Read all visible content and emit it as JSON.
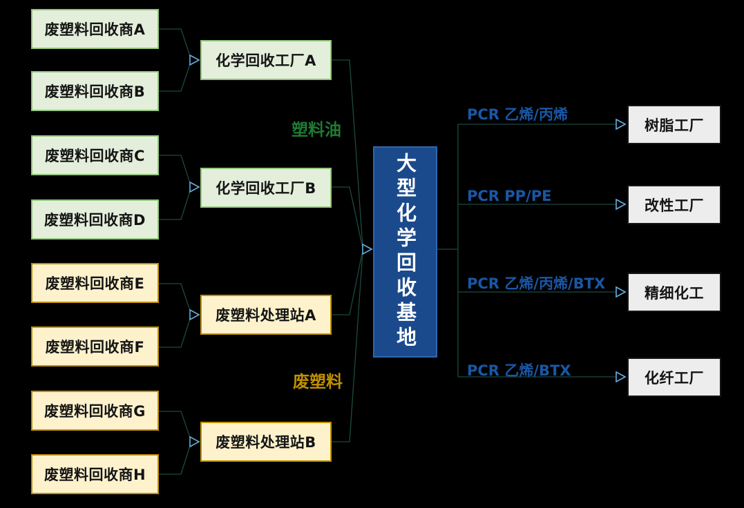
{
  "diagram": {
    "title_hint": "chemical-recycling-supply-chain-flowchart",
    "suppliers": [
      {
        "label": "废塑料回收商A",
        "type": "green"
      },
      {
        "label": "废塑料回收商B",
        "type": "green"
      },
      {
        "label": "废塑料回收商C",
        "type": "green"
      },
      {
        "label": "废塑料回收商D",
        "type": "green"
      },
      {
        "label": "废塑料回收商E",
        "type": "yellow"
      },
      {
        "label": "废塑料回收商F",
        "type": "yellow"
      },
      {
        "label": "废塑料回收商G",
        "type": "yellow"
      },
      {
        "label": "废塑料回收商H",
        "type": "yellow"
      }
    ],
    "processors": [
      {
        "label": "化学回收工厂A",
        "type": "green"
      },
      {
        "label": "化学回收工厂B",
        "type": "green"
      },
      {
        "label": "废塑料处理站A",
        "type": "yellow"
      },
      {
        "label": "废塑料处理站B",
        "type": "yellow"
      }
    ],
    "flow_labels": {
      "plastic_oil": "塑料油",
      "waste_plastic": "废塑料"
    },
    "hub": {
      "label": "大型化学回收基地"
    },
    "outputs": [
      {
        "label": "PCR 乙烯/丙烯",
        "target": "树脂工厂"
      },
      {
        "label": "PCR PP/PE",
        "target": "改性工厂"
      },
      {
        "label": "PCR 乙烯/丙烯/BTX",
        "target": "精细化工"
      },
      {
        "label": "PCR 乙烯/BTX",
        "target": "化纤工厂"
      }
    ],
    "edges": [
      {
        "from": "废塑料回收商A",
        "to": "化学回收工厂A"
      },
      {
        "from": "废塑料回收商B",
        "to": "化学回收工厂A"
      },
      {
        "from": "废塑料回收商C",
        "to": "化学回收工厂B"
      },
      {
        "from": "废塑料回收商D",
        "to": "化学回收工厂B"
      },
      {
        "from": "废塑料回收商E",
        "to": "废塑料处理站A"
      },
      {
        "from": "废塑料回收商F",
        "to": "废塑料处理站A"
      },
      {
        "from": "废塑料回收商G",
        "to": "废塑料处理站B"
      },
      {
        "from": "废塑料回收商H",
        "to": "废塑料处理站B"
      },
      {
        "from": "化学回收工厂A",
        "to": "大型化学回收基地"
      },
      {
        "from": "化学回收工厂B",
        "to": "大型化学回收基地"
      },
      {
        "from": "废塑料处理站A",
        "to": "大型化学回收基地"
      },
      {
        "from": "废塑料处理站B",
        "to": "大型化学回收基地"
      },
      {
        "from": "大型化学回收基地",
        "to": "树脂工厂",
        "via": "PCR 乙烯/丙烯"
      },
      {
        "from": "大型化学回收基地",
        "to": "改性工厂",
        "via": "PCR PP/PE"
      },
      {
        "from": "大型化学回收基地",
        "to": "精细化工",
        "via": "PCR 乙烯/丙烯/BTX"
      },
      {
        "from": "大型化学回收基地",
        "to": "化纤工厂",
        "via": "PCR 乙烯/BTX"
      }
    ],
    "colors": {
      "background": "#000000",
      "green_fill": "#E3EFDB",
      "green_border": "#93C47D",
      "yellow_fill": "#FDF2CC",
      "yellow_border": "#BF9000",
      "hub_fill": "#1B4A8C",
      "hub_border": "#2D67B1",
      "hub_text": "#FFFFFF",
      "dest_fill": "#EDEDED",
      "dest_border": "#161616",
      "pcr_label_text": "#1A57A5",
      "plastic_oil_text": "#1F7A33",
      "waste_plastic_text": "#BF9000",
      "arrowhead": "#66AEE0",
      "connector": "#1D4A42"
    }
  }
}
